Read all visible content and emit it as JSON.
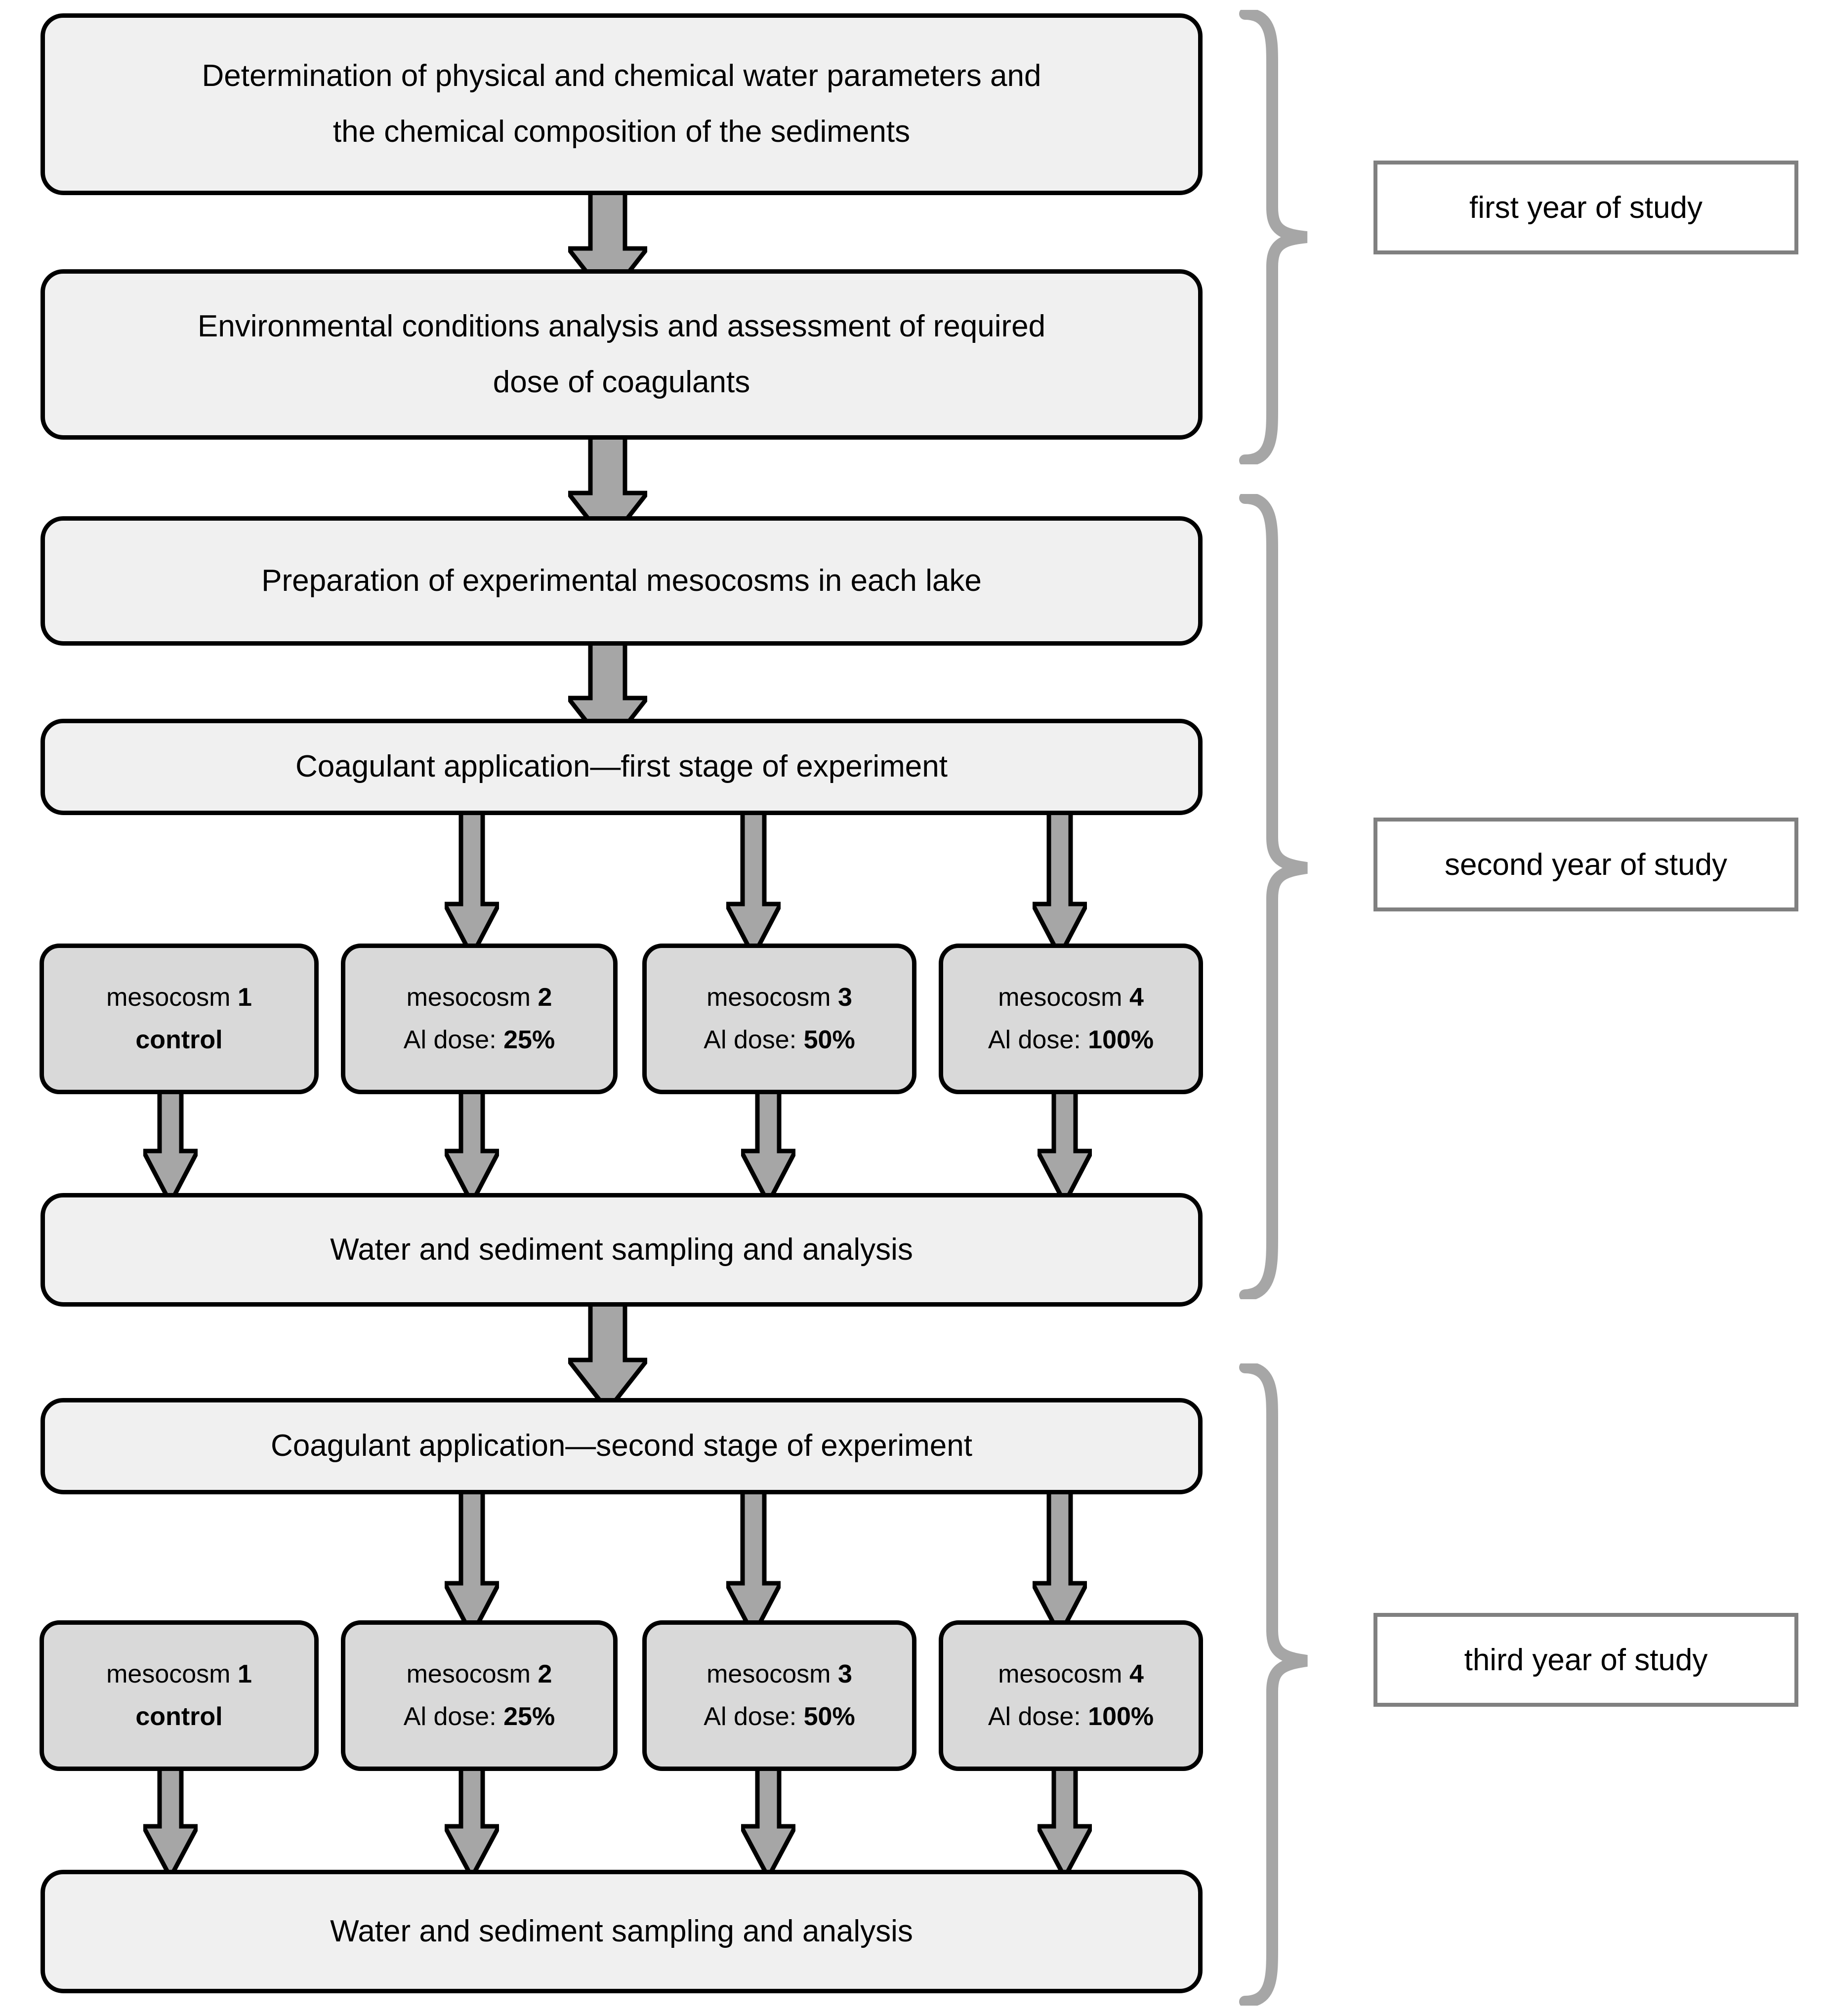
{
  "diagram": {
    "title": "Three-year mesocosm coagulant experiment workflow",
    "colors": {
      "process_box_fill": "#f0f0f0",
      "mesocosm_box_fill": "#d9d9d9",
      "box_border": "#000000",
      "arrow_fill": "#a6a6a6",
      "arrow_border": "#000000",
      "brace": "#a6a6a6",
      "year_box_border": "#808080",
      "background": "#ffffff",
      "text": "#000000"
    },
    "steps": {
      "determination": {
        "line1": "Determination of physical and chemical water parameters and",
        "line2": "the chemical composition of the sediments"
      },
      "environmental": {
        "line1": "Environmental conditions analysis and assessment of required",
        "line2": "dose of coagulants"
      },
      "preparation": {
        "line1": "Preparation of experimental mesocosms in each lake"
      },
      "coagulant_first": {
        "line1": "Coagulant application—first stage of experiment"
      },
      "sampling_first": {
        "line1": "Water and sediment sampling and analysis"
      },
      "coagulant_second": {
        "line1": "Coagulant application—second stage of experiment"
      },
      "sampling_second": {
        "line1": "Water and sediment sampling and analysis"
      }
    },
    "mesocosms_stage1": [
      {
        "name": "mesocosm ",
        "number": "1",
        "dose_label": "",
        "dose_value": "control"
      },
      {
        "name": "mesocosm ",
        "number": "2",
        "dose_label": "Al dose: ",
        "dose_value": "25%"
      },
      {
        "name": "mesocosm ",
        "number": "3",
        "dose_label": "Al dose: ",
        "dose_value": "50%"
      },
      {
        "name": "mesocosm ",
        "number": "4",
        "dose_label": "Al dose: ",
        "dose_value": "100%"
      }
    ],
    "mesocosms_stage2": [
      {
        "name": "mesocosm ",
        "number": "1",
        "dose_label": "",
        "dose_value": "control"
      },
      {
        "name": "mesocosm ",
        "number": "2",
        "dose_label": "Al dose: ",
        "dose_value": "25%"
      },
      {
        "name": "mesocosm ",
        "number": "3",
        "dose_label": "Al dose: ",
        "dose_value": "50%"
      },
      {
        "name": "mesocosm ",
        "number": "4",
        "dose_label": "Al dose: ",
        "dose_value": "100%"
      }
    ],
    "year_labels": [
      {
        "text": "first year of study"
      },
      {
        "text": "second year of study"
      },
      {
        "text": "third year of study"
      }
    ]
  }
}
